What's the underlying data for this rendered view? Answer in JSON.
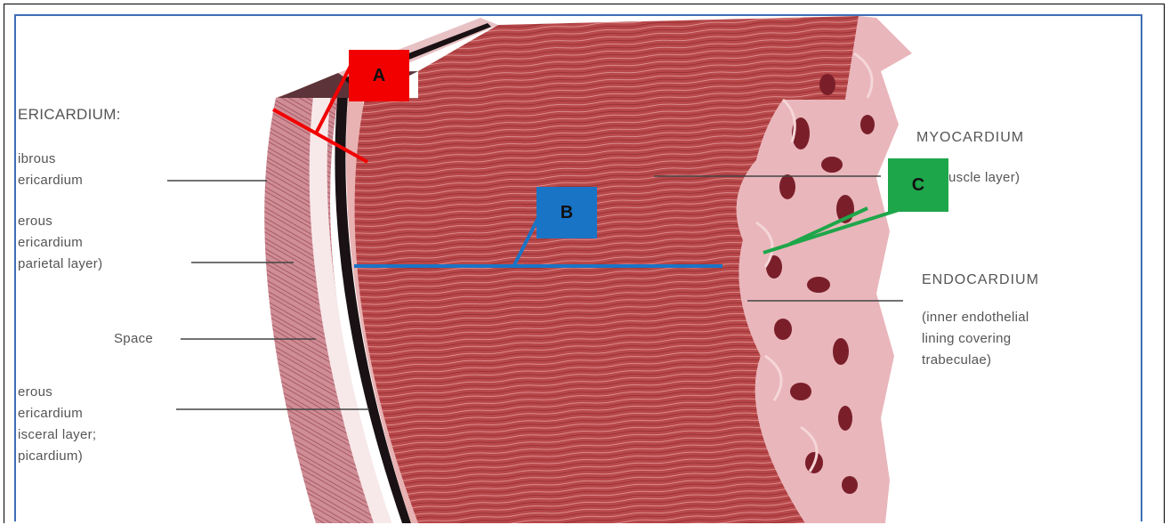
{
  "labels_left": {
    "pericardium_heading": "ERICARDIUM:",
    "fibrous": [
      "ibrous",
      "ericardium"
    ],
    "serous_parietal": [
      "erous",
      "ericardium",
      "parietal layer)"
    ],
    "space": "Space",
    "serous_visceral": [
      "erous",
      "ericardium",
      "isceral layer;",
      "picardium)"
    ]
  },
  "labels_right": {
    "myocardium": "MYOCARDIUM",
    "myocardium_sub": "uscle layer)",
    "endocardium": "ENDOCARDIUM",
    "endocardium_sub": [
      "(inner endothelial",
      "lining covering",
      "trabeculae)"
    ]
  },
  "markers": {
    "a": {
      "label": "A",
      "color": "#f20000"
    },
    "b": {
      "label": "B",
      "color": "#1a74c6"
    },
    "c": {
      "label": "C",
      "color": "#1ea64a"
    }
  }
}
